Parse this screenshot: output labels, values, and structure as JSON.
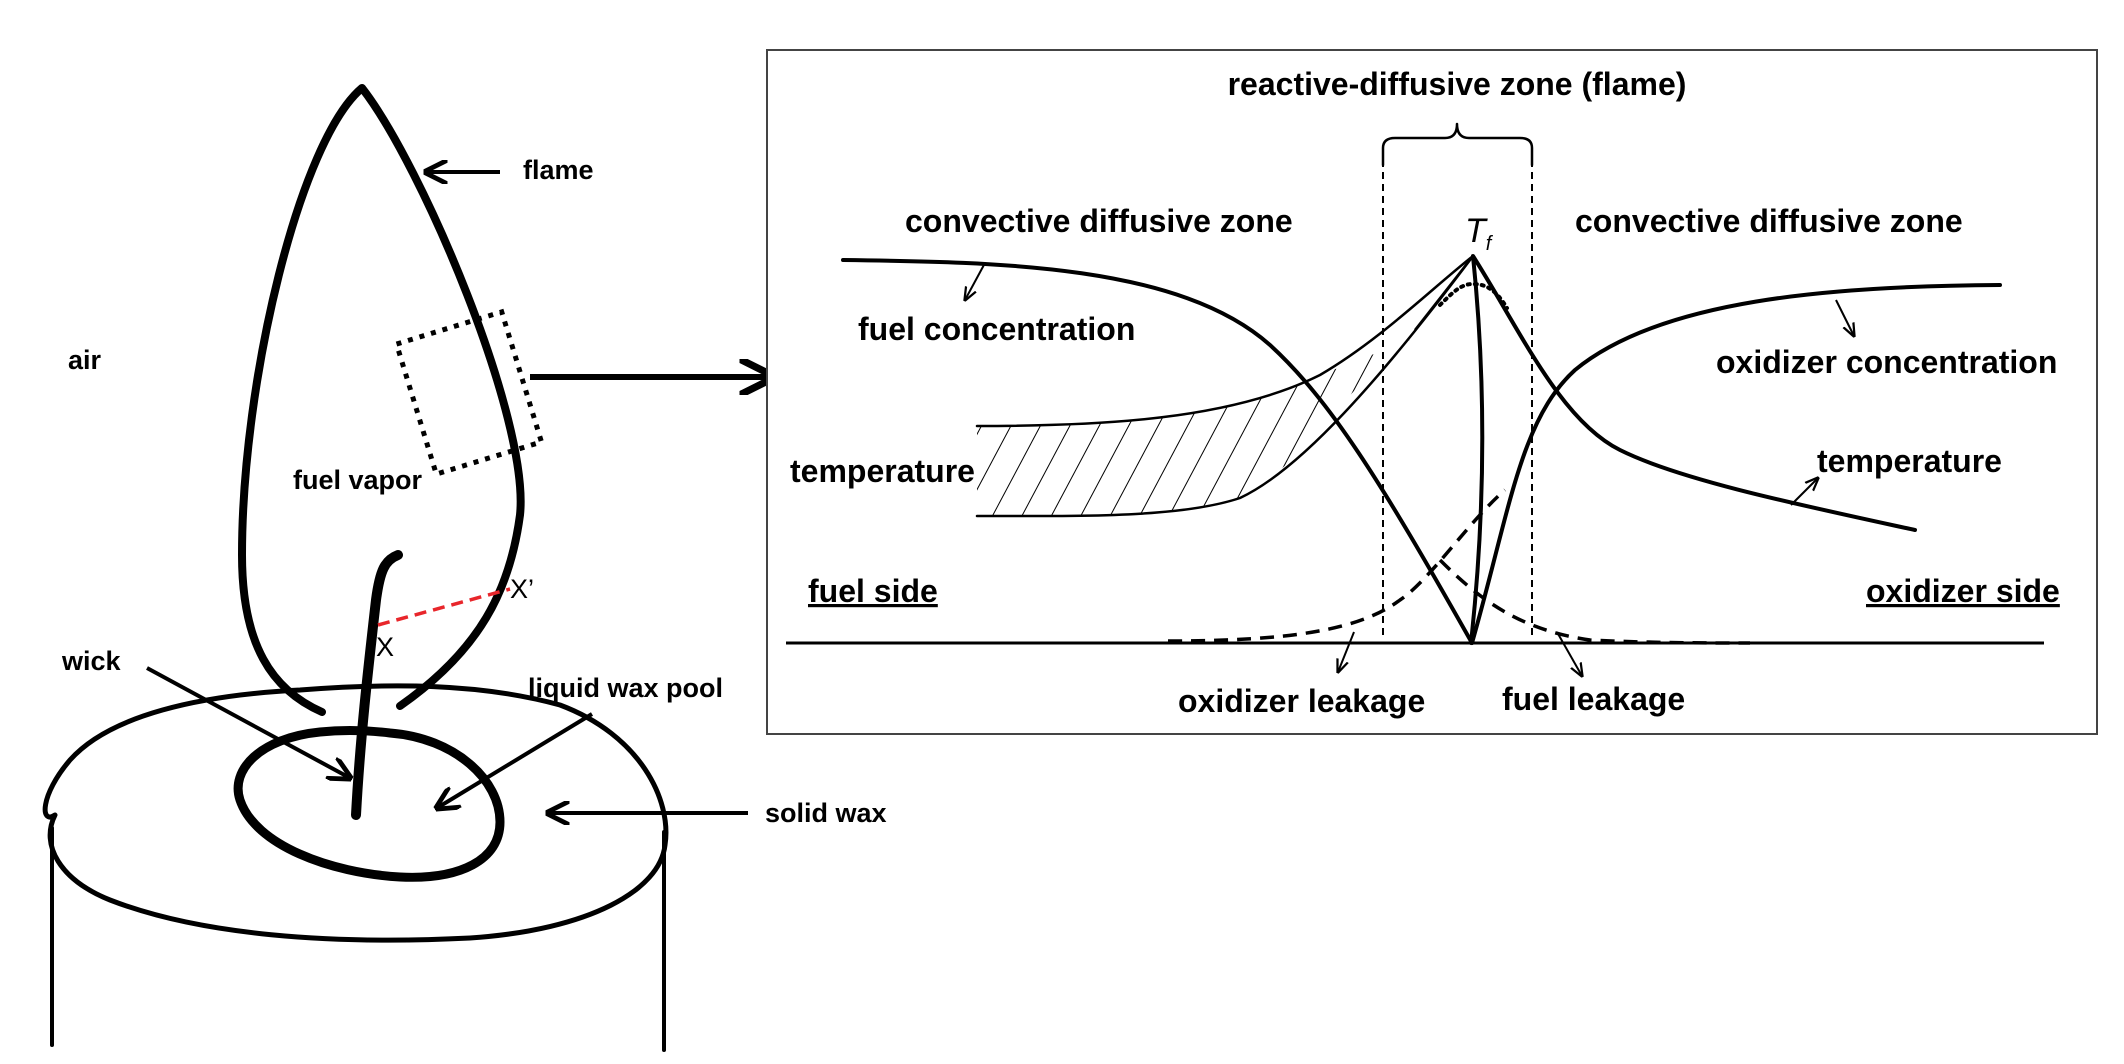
{
  "candle": {
    "labels": {
      "flame": "flame",
      "air": "air",
      "fuel_vapor": "fuel vapor",
      "x_point": "X",
      "x_prime_point": "X’",
      "wick": "wick",
      "liquid_wax_pool": "liquid wax pool",
      "solid_wax": "solid wax"
    },
    "section_line_color": "#e8262b"
  },
  "flame_structure": {
    "title": "reactive-diffusive zone (flame)",
    "left_zone": "convective diffusive zone",
    "right_zone": "convective diffusive zone",
    "flame_temp_symbol": "T",
    "flame_temp_subscript": "f",
    "fuel_concentration": "fuel concentration",
    "oxidizer_concentration": "oxidizer concentration",
    "temperature_left": "temperature",
    "temperature_right": "temperature",
    "fuel_side": "fuel side",
    "oxidizer_side": "oxidizer side",
    "oxidizer_leakage": "oxidizer leakage",
    "fuel_leakage": "fuel leakage"
  }
}
